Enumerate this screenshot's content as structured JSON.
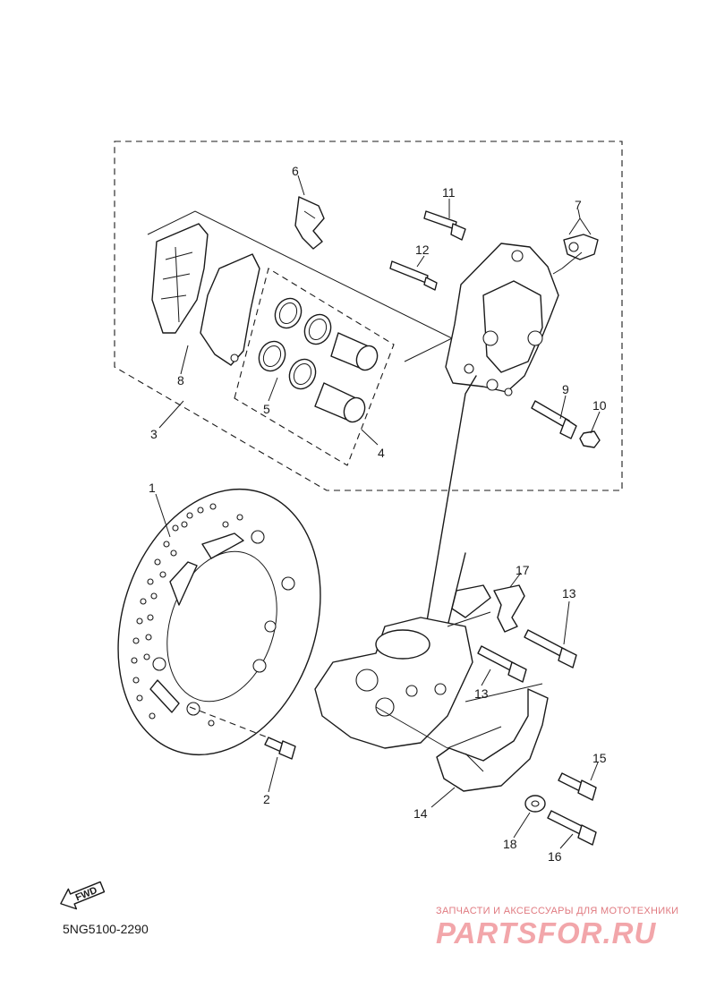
{
  "callouts": {
    "c1": "1",
    "c2": "2",
    "c3": "3",
    "c4": "4",
    "c5": "5",
    "c6": "6",
    "c7": "7",
    "c8": "8",
    "c9": "9",
    "c10": "10",
    "c11": "11",
    "c12": "12",
    "c13a": "13",
    "c13b": "13",
    "c14": "14",
    "c15": "15",
    "c16": "16",
    "c17": "17",
    "c18": "18"
  },
  "direction_arrow_label": "FWD",
  "diagram_code": "5NG5100-2290",
  "watermark": {
    "subtitle": "ЗАПЧАСТИ И АКСЕССУАРЫ ДЛЯ МОТОТЕХНИКИ",
    "logo": "PARTSFOR.RU"
  },
  "colors": {
    "line": "#1a1a1a",
    "watermark": "#f2a6aa"
  }
}
